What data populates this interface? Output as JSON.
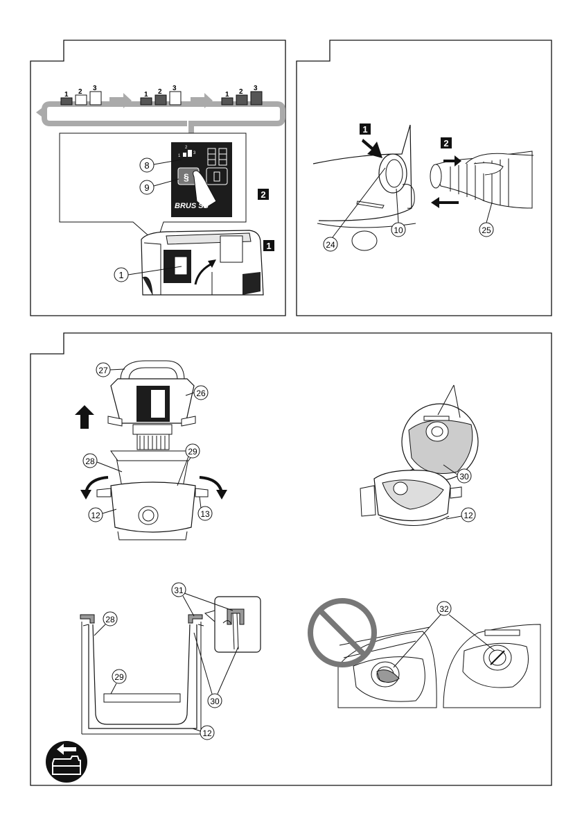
{
  "panels": {
    "p1": {
      "speed_seq": [
        {
          "labels": [
            "1",
            "2",
            "3"
          ],
          "filled": 1
        },
        {
          "labels": [
            "1",
            "2",
            "3"
          ],
          "filled": 2
        },
        {
          "labels": [
            "1",
            "2",
            "3"
          ],
          "filled": 3
        }
      ],
      "callouts": {
        "c8": "8",
        "c9": "9",
        "c1": "1"
      },
      "steps": {
        "s1": "1",
        "s2": "2"
      },
      "panel_small_labels": {
        "l1": "1",
        "l2": "2",
        "l3": "3",
        "r1": "1",
        "r2": "2"
      }
    },
    "p2": {
      "callouts": {
        "c24": "24",
        "c10": "10",
        "c25": "25"
      },
      "steps": {
        "s1": "1",
        "s2": "2"
      }
    },
    "p3": {
      "callouts": {
        "c27": "27",
        "c26": "26",
        "c28": "28",
        "c29": "29",
        "c12": "12",
        "c13": "13",
        "c30a": "30",
        "c12b": "12",
        "c31": "31",
        "c28b": "28",
        "c29b": "29",
        "c30b": "30",
        "c12c": "12",
        "c32": "32"
      }
    }
  },
  "colors": {
    "line": "#111111",
    "grey": "#8a8a8a",
    "dark": "#2a2a2a",
    "panel": "#1c1c1c",
    "light": "#d8d8d8"
  }
}
